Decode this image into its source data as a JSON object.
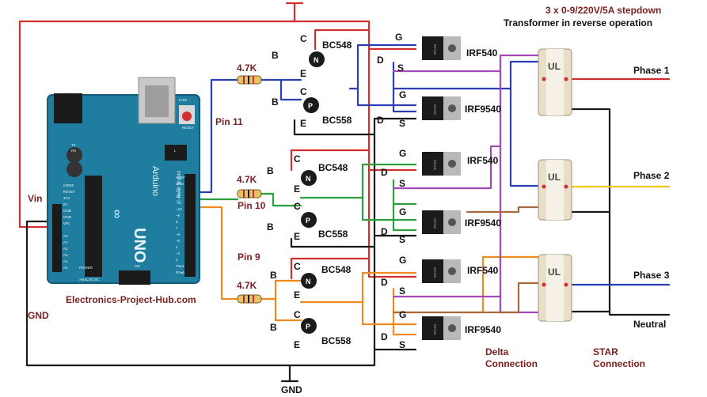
{
  "title": {
    "line1": "3 x 0-9/220V/5A stepdown",
    "line2": "Transformer in reverse operation"
  },
  "board": {
    "name": "UNO",
    "brand": "Arduino",
    "watermark": "Electronics-Project-Hub.com",
    "pin_labels": [
      "AREF",
      "GND",
      "13",
      "12",
      "~11",
      "~10",
      "~9",
      "8",
      "7",
      "~6",
      "~5",
      "4",
      "~3",
      "2",
      "TX▸1",
      "RX◂0"
    ],
    "power_labels": [
      "IOREF",
      "RESET",
      "3V3",
      "5V",
      "GND",
      "GND",
      "VIN"
    ],
    "analog_labels": [
      "A0",
      "A1",
      "A2",
      "A3",
      "A4",
      "A5"
    ],
    "misc_labels": [
      "ICSP",
      "RESET",
      "DIGITAL (PWM~)",
      "POWER",
      "ANALOG IN",
      "ON",
      "TX",
      "RX",
      "L"
    ]
  },
  "labels": {
    "vin": "Vin",
    "gnd_left": "GND",
    "gnd_bottom": "GND",
    "pin11": "Pin 11",
    "pin10": "Pin 10",
    "pin9": "Pin 9",
    "resistor": "4.7K",
    "npn": "BC548",
    "pnp": "BC558",
    "nmos": "IRF540",
    "pmos": "IRF9540",
    "term_c": "C",
    "term_b": "B",
    "term_e": "E",
    "term_g": "G",
    "term_d": "D",
    "term_s": "S",
    "phase1": "Phase 1",
    "phase2": "Phase 2",
    "phase3": "Phase 3",
    "neutral": "Neutral",
    "delta1": "Delta",
    "delta2": "Connection",
    "star1": "STAR",
    "star2": "Connection",
    "mosfet_marking": "IRF540",
    "transformer_marking": "UL"
  },
  "colors": {
    "red": "#d32f2f",
    "blue": "#2b3fb5",
    "green": "#2e9e3e",
    "orange": "#ef8a1f",
    "purple": "#a348b8",
    "brown": "#a86a3c",
    "yellow": "#f0c419",
    "black": "#1a1a1a",
    "darkred": "#7a1f1f",
    "board": "#1f7ea0"
  }
}
